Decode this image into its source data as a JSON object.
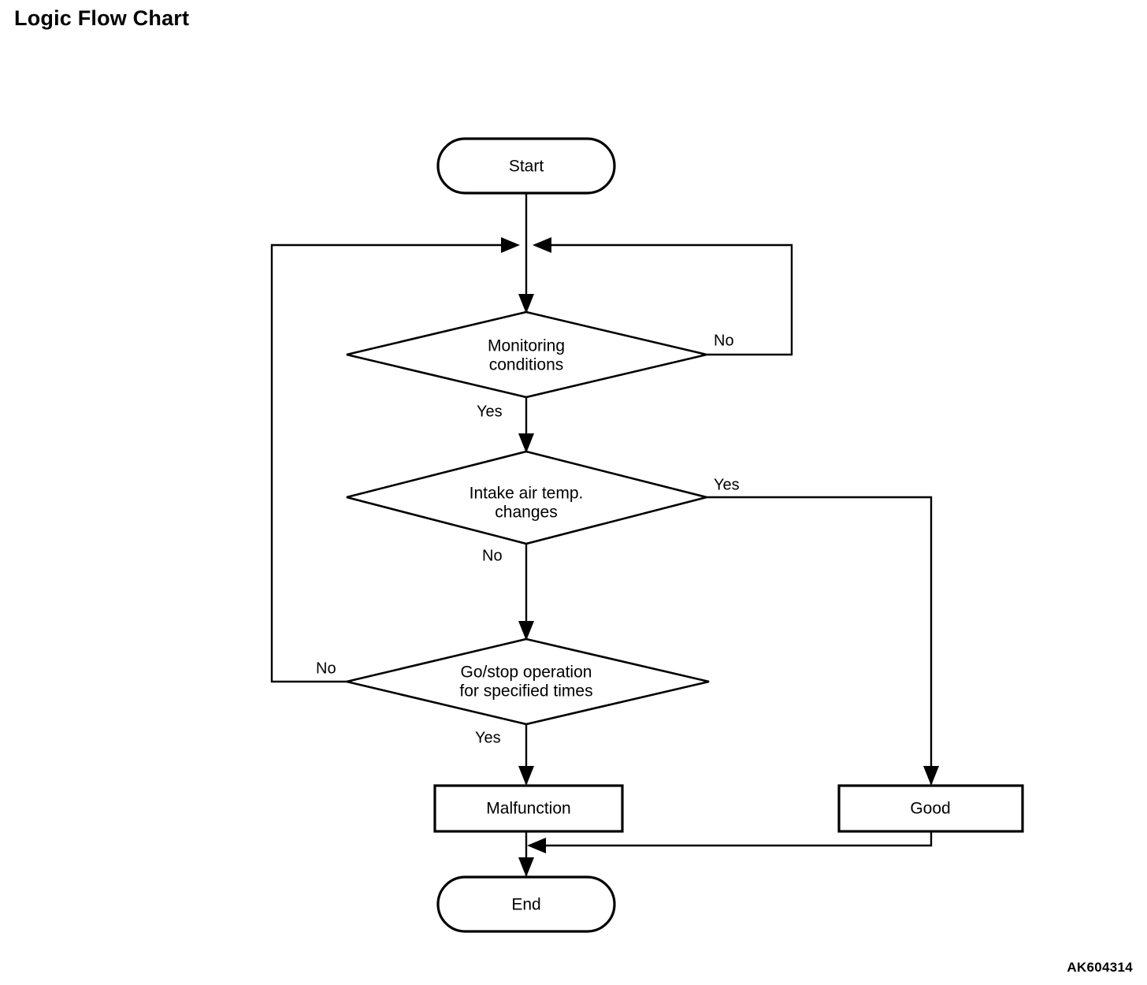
{
  "page": {
    "title": "Logic Flow Chart",
    "figure_code": "AK604314"
  },
  "chart_data": {
    "type": "diagram",
    "title": "Logic Flow Chart",
    "diagram_kind": "flowchart",
    "orientation": "top-to-bottom",
    "nodes": [
      {
        "id": "start",
        "shape": "terminator",
        "label": "Start"
      },
      {
        "id": "monitoring",
        "shape": "decision",
        "label": "Monitoring conditions",
        "label_line1": "Monitoring",
        "label_line2": "conditions"
      },
      {
        "id": "intake",
        "shape": "decision",
        "label": "Intake air temp. changes",
        "label_line1": "Intake air temp.",
        "label_line2": "changes"
      },
      {
        "id": "gostop",
        "shape": "decision",
        "label": "Go/stop operation for specified times",
        "label_line1": "Go/stop operation",
        "label_line2": "for specified times"
      },
      {
        "id": "malfunction",
        "shape": "process",
        "label": "Malfunction"
      },
      {
        "id": "good",
        "shape": "process",
        "label": "Good"
      },
      {
        "id": "end",
        "shape": "terminator",
        "label": "End"
      }
    ],
    "edges": [
      {
        "from": "start",
        "to": "monitoring",
        "label": ""
      },
      {
        "from": "monitoring",
        "to": "intake",
        "label": "Yes"
      },
      {
        "from": "monitoring",
        "to": "monitoring",
        "label": "No",
        "note": "loops back to junction above Monitoring conditions"
      },
      {
        "from": "intake",
        "to": "good",
        "label": "Yes"
      },
      {
        "from": "intake",
        "to": "gostop",
        "label": "No"
      },
      {
        "from": "gostop",
        "to": "monitoring",
        "label": "No",
        "note": "loops back to junction above Monitoring conditions"
      },
      {
        "from": "gostop",
        "to": "malfunction",
        "label": "Yes"
      },
      {
        "from": "malfunction",
        "to": "end",
        "label": ""
      },
      {
        "from": "good",
        "to": "end",
        "label": ""
      }
    ],
    "edge_labels": [
      "Yes",
      "No",
      "Yes",
      "No",
      "No",
      "Yes"
    ],
    "colors": {
      "stroke": "#000000",
      "fill": "#ffffff",
      "text": "#000000"
    }
  }
}
